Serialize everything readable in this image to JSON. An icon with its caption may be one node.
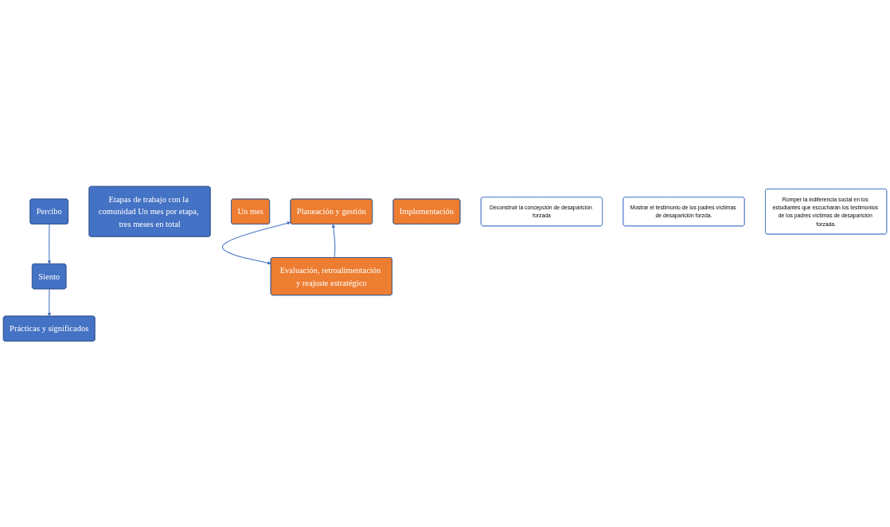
{
  "diagram": {
    "nodes": [
      {
        "text": [
          "Planeación y gestión"
        ]
      },
      {
        "text": [
          "Etapas de trabajo con la comunidad Un mes por etapa, tres meses en total"
        ]
      },
      {
        "text": [
          "Un mes"
        ]
      },
      {
        "text": [
          "Percibo"
        ]
      },
      {
        "text": [
          "Siento"
        ]
      },
      {
        "text": [
          "Prácticas y significados"
        ]
      },
      {
        "text": [
          "Implementación"
        ]
      },
      {
        "text": [
          "Deconstruir la concepción de desaparición forzada"
        ]
      },
      {
        "text": [
          "Mostrar el testimonio de los padres víctimas de desaparición forzda."
        ]
      },
      {
        "text": [
          "Romper la indiferencia social en los estudiantes que escucharán los testimonios de los padres víctimas de desaparición forzada."
        ]
      },
      {
        "text": [
          "Evaluación, retroalimentación y reajuste estratégico"
        ]
      }
    ],
    "edges": [
      {
        "from": 10,
        "to": 0,
        "arrow": "to"
      },
      {
        "from": 0,
        "to": 10,
        "arrow": "both"
      },
      {
        "from": 3,
        "to": 4,
        "arrow": "to"
      },
      {
        "from": 4,
        "to": 5,
        "arrow": "to"
      }
    ]
  }
}
